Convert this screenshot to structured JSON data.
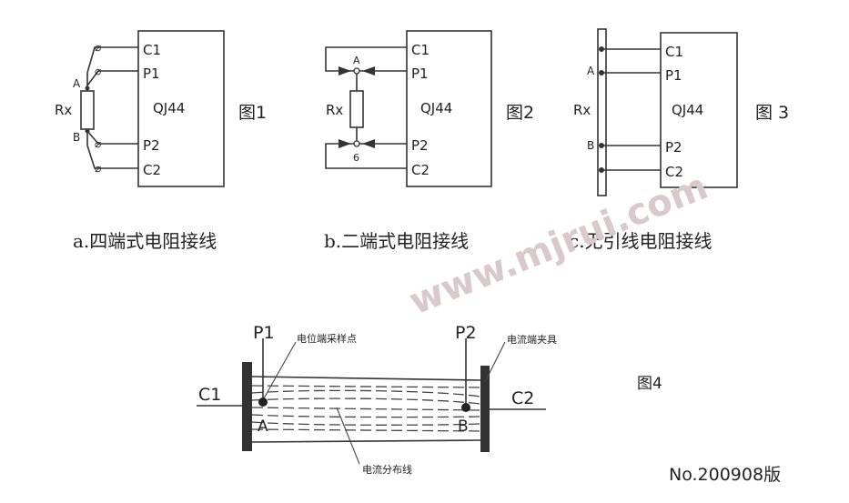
{
  "figure1": {
    "terminals": [
      "C1",
      "P1",
      "P2",
      "C2"
    ],
    "points": [
      "A",
      "B"
    ],
    "resistor": "Rx",
    "device": "QJ44",
    "label": "图1",
    "caption": "a.四端式电阻接线",
    "connector_glyph": "⌀"
  },
  "figure2": {
    "terminals": [
      "C1",
      "P1",
      "P2",
      "C2"
    ],
    "points": [
      "A",
      "6"
    ],
    "resistor": "Rx",
    "device": "QJ44",
    "label": "图2",
    "caption": "b.二端式电阻接线"
  },
  "figure3": {
    "terminals": [
      "C1",
      "P1",
      "P2",
      "C2"
    ],
    "points": [
      "A",
      "B"
    ],
    "resistor": "Rx",
    "device": "QJ44",
    "label": "图 3",
    "caption": "c.无引线电阻接线"
  },
  "figure4": {
    "p1": "P1",
    "p2": "P2",
    "c1": "C1",
    "c2": "C2",
    "point_a": "A",
    "point_b": "B",
    "annot_potential": "电位端采样点",
    "annot_clamp": "电流端夹具",
    "annot_distribution": "电流分布线",
    "label": "图4"
  },
  "watermark": "www.mjrui.com",
  "footer": "No.200908版",
  "colors": {
    "line": "#333333",
    "watermark": "#d9c9cd"
  }
}
